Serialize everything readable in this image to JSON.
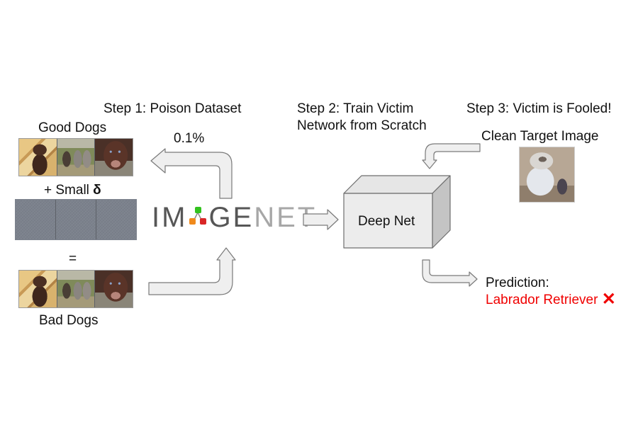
{
  "steps": {
    "step1": "Step 1: Poison Dataset",
    "step2_line1": "Step 2: Train Victim",
    "step2_line2": "Network from Scratch",
    "step3": "Step 3: Victim is Fooled!"
  },
  "dataset": {
    "good_label": "Good Dogs",
    "perturbation_label": "+ Small ",
    "perturbation_symbol": "δ",
    "equals": "=",
    "bad_label": "Bad Dogs",
    "poison_fraction": "0.1%"
  },
  "imagenet_logo": {
    "prefix": "IM",
    "middle_dark": "GE",
    "suffix_light": "NET",
    "colors": {
      "green": "#33c21f",
      "orange": "#f08a1c",
      "red": "#d92626"
    }
  },
  "model": {
    "label": "Deep Net"
  },
  "target": {
    "label": "Clean Target Image"
  },
  "prediction": {
    "label": "Prediction:",
    "value": "Labrador Retriever",
    "wrong_icon": "✕",
    "color": "#f00000"
  }
}
